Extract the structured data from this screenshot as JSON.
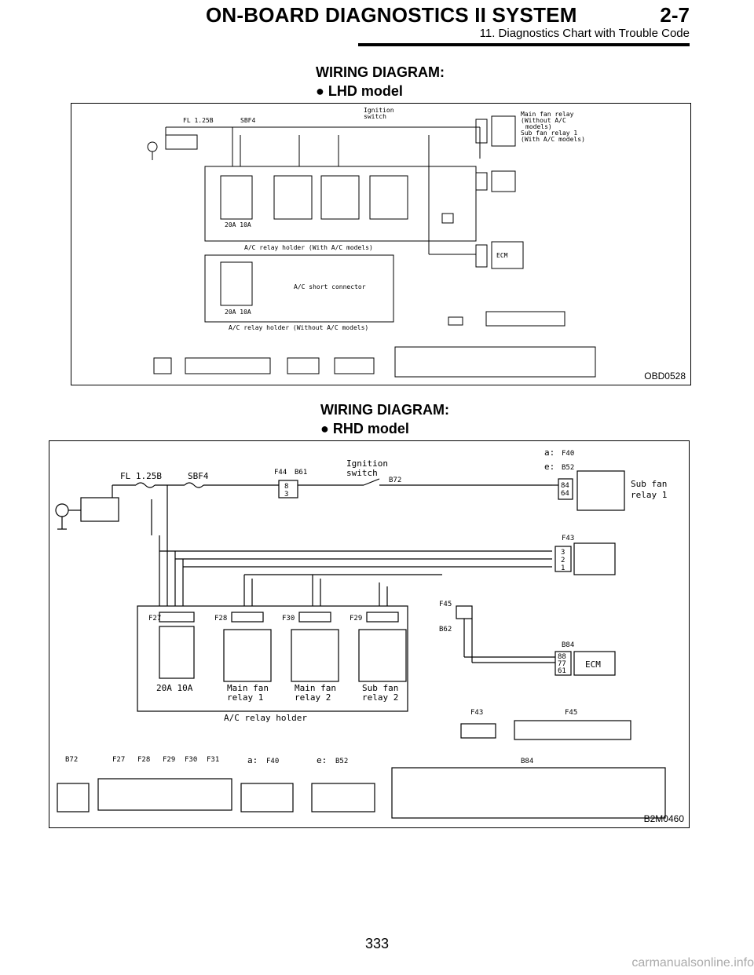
{
  "header": {
    "title": "ON-BOARD DIAGNOSTICS II SYSTEM",
    "section_code": "2-7",
    "subtitle": "11. Diagnostics Chart with Trouble Code"
  },
  "lhd": {
    "heading": "WIRING DIAGRAM:",
    "model": "LHD model",
    "figure_id": "OBD0528",
    "labels": {
      "fuse": "FL 1.25B",
      "sbf": "SBF4",
      "ignition": "Ignition",
      "switch": "switch",
      "main_fan_relay": "Main fan relay",
      "without_ac": "(Without A/C",
      "models_close": "models)",
      "sub_fan_relay1": "Sub fan relay 1",
      "with_ac": "(With A/C models)",
      "fuses": "20A 10A",
      "relay_holder_with": "A/C relay holder (With A/C models)",
      "short_connector": "A/C short connector",
      "relay_holder_without": "A/C relay holder (Without A/C models)",
      "ecm": "ECM"
    }
  },
  "rhd": {
    "heading": "WIRING DIAGRAM:",
    "model": "RHD model",
    "figure_id": "B2M0460",
    "labels": {
      "fuse": "FL 1.25B",
      "sbf": "SBF4",
      "ignition": "Ignition",
      "switch": "switch",
      "sub_fan_relay": "Sub fan",
      "relay1": "relay 1",
      "fuses": "20A 10A",
      "main_fan_relay1": "Main fan",
      "relay_1": "relay 1",
      "main_fan_relay2": "Main fan",
      "relay_2": "relay 2",
      "sub_fan_relay2": "Sub fan",
      "relay_2b": "relay 2",
      "relay_holder": "A/C relay holder",
      "ecm": "ECM",
      "conn_a": "a:",
      "conn_e": "e:"
    },
    "connectors": {
      "F40": "F40",
      "B52": "B52",
      "F44": "F44",
      "B61": "B61",
      "B72": "B72",
      "F43": "F43",
      "F45": "F45",
      "B62": "B62",
      "B84": "B84",
      "F27": "F27",
      "F28": "F28",
      "F30": "F30",
      "F29": "F29",
      "F31": "F31"
    },
    "pins": {
      "sub_relay": [
        "84",
        "64"
      ],
      "f43": [
        "3",
        "2",
        "1"
      ],
      "ecm": [
        "88",
        "77",
        "61"
      ],
      "ign": [
        "8",
        "3"
      ]
    }
  },
  "page_number": "333",
  "watermark": "carmanualsonline.info"
}
